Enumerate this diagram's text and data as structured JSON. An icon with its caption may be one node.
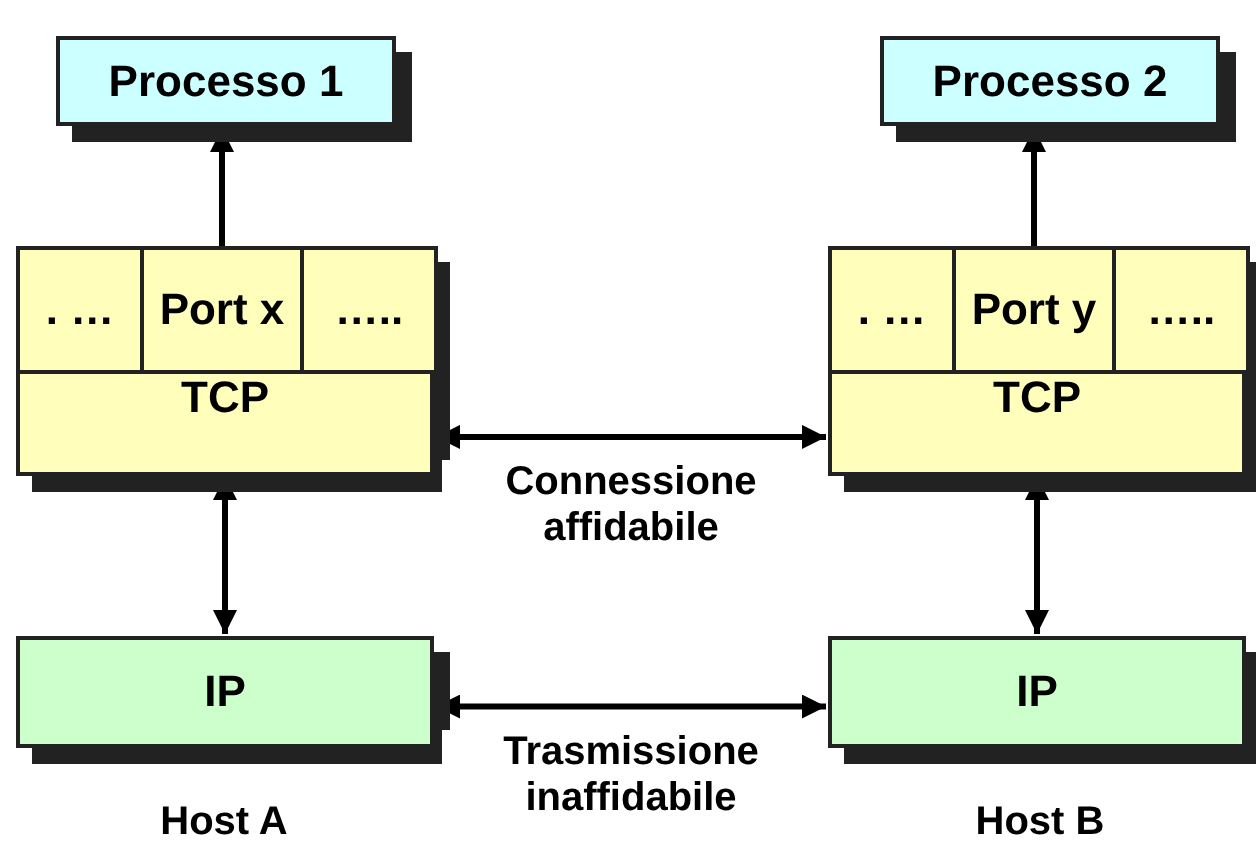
{
  "diagram": {
    "nodes": [
      {
        "text": [
          "Processo 1"
        ]
      },
      {
        "text": [
          "TCP"
        ]
      },
      {
        "text": [
          ". …"
        ],
        "in": 1
      },
      {
        "text": [
          "Port x"
        ],
        "in": 1
      },
      {
        "text": [
          "….."
        ],
        "in": 1
      },
      {
        "text": [
          "IP"
        ]
      },
      {
        "text": [
          "Processo 2"
        ]
      },
      {
        "text": [
          "TCP"
        ]
      },
      {
        "text": [
          ". …"
        ],
        "in": 7
      },
      {
        "text": [
          "Port y"
        ],
        "in": 7
      },
      {
        "text": [
          "….."
        ],
        "in": 7
      },
      {
        "text": [
          "IP"
        ]
      }
    ],
    "edges": [
      {
        "from": 3,
        "to": 0,
        "arrow": "to"
      },
      {
        "from": 1,
        "to": 5,
        "arrow": "both"
      },
      {
        "from": 1,
        "to": 7,
        "arrow": "both",
        "label": "Connessione affidabile"
      },
      {
        "from": 5,
        "to": 11,
        "arrow": "both",
        "label": "Trasmissione inaffidabile"
      },
      {
        "from": 9,
        "to": 6,
        "arrow": "to"
      },
      {
        "from": 7,
        "to": 11,
        "arrow": "both"
      }
    ],
    "labels": [
      "Host A",
      "Host B"
    ]
  }
}
